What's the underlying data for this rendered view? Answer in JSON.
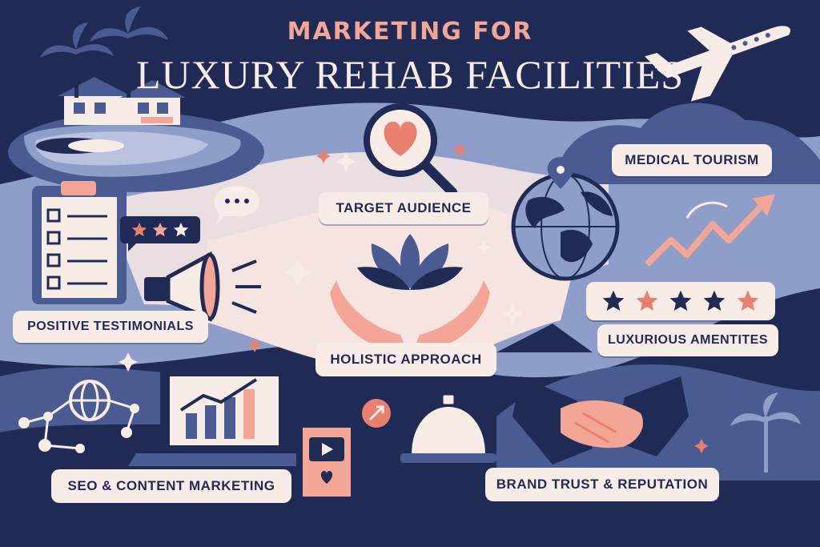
{
  "title": {
    "line1": "MARKETING FOR",
    "line2": "LUXURY REHAB FACILITIES"
  },
  "labels": {
    "target_audience": "TARGET AUDIENCE",
    "medical_tourism": "MEDICAL TOURISM",
    "positive_testimonials": "POSITIVE TESTIMONIALS",
    "holistic_approach": "HOLISTIC APPROACH",
    "luxurious_amenities": "LUXURIOUS AMENTITES",
    "seo_content": "SEO & CONTENT MARKETING",
    "brand_trust": "BRAND TRUST & REPUTATION"
  },
  "ratings": {
    "testimonial_stars": 3,
    "amenities_stars": 5
  },
  "colors": {
    "navy": "#1f2a55",
    "slate": "#4a5b92",
    "cream": "#f8ece7",
    "peach": "#f3a596",
    "coral": "#e9806f"
  },
  "icons": [
    "house-icon",
    "palm-tree-icon",
    "airplane-icon",
    "magnifier-heart-icon",
    "globe-icon",
    "trend-arrow-icon",
    "clipboard-checklist-icon",
    "speech-bubble-icon",
    "megaphone-icon",
    "lotus-hands-icon",
    "network-globe-icon",
    "laptop-chart-icon",
    "phone-video-icon",
    "service-bell-icon",
    "handshake-icon"
  ]
}
